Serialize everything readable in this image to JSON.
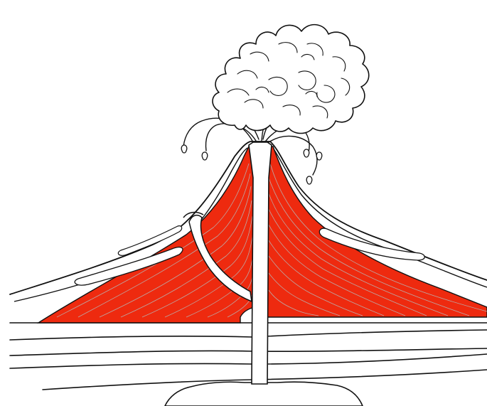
{
  "diagram": {
    "colors": {
      "background": "#ffffff",
      "outline": "#111111",
      "lava": "#ee2a0f",
      "lava_layer_line": "#b6b6b6",
      "magma_conduit": "#ffffff",
      "ash_cloud": "#ffffff"
    },
    "parts": [
      "ash-cloud",
      "ejected-lava-drops",
      "volcano-cone-outline",
      "lava-layers",
      "central-conduit",
      "side-vent",
      "rock-strata",
      "magma-chamber"
    ]
  }
}
